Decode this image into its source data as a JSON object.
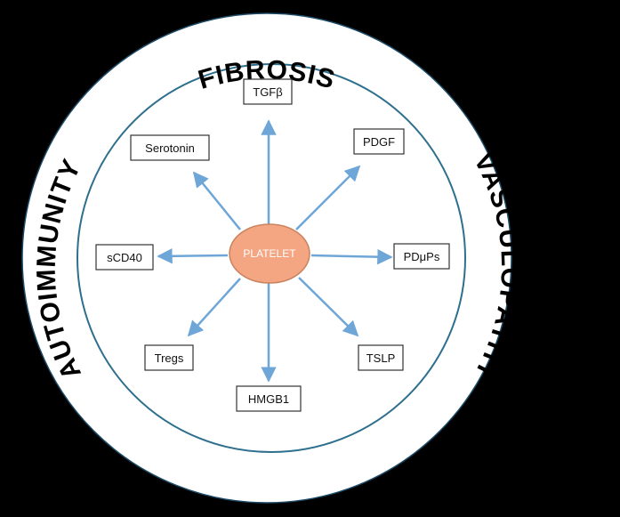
{
  "ring_labels": {
    "top": "FIBROSIS",
    "right": "VASCULOPATHY",
    "left": "AUTOIMMUNITY"
  },
  "center": {
    "label": "PLATELET",
    "fill_color": "#f4a582"
  },
  "mediators": {
    "tgfb": "TGFβ",
    "pdgf": "PDGF",
    "pdmps": "PDμPs",
    "tslp": "TSLP",
    "hmgb1": "HMGB1",
    "tregs": "Tregs",
    "scd40": "sCD40",
    "serotonin": "Serotonin"
  },
  "colors": {
    "background": "#000000",
    "outer_circle": "#ffffff",
    "inner_circle_stroke": "#2e6f8e",
    "arrow": "#6ea6d8",
    "center_stroke": "#c8845e"
  }
}
